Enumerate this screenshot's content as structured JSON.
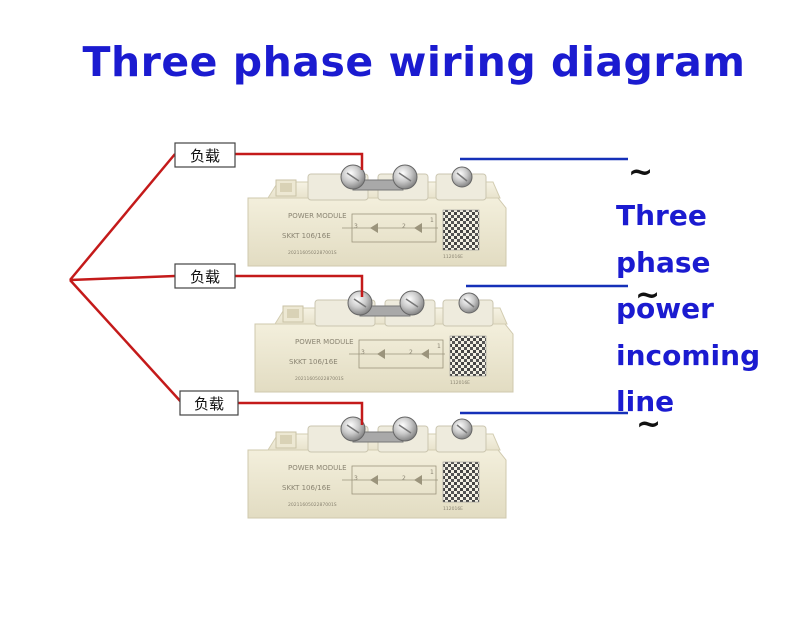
{
  "title": "Three phase wiring diagram",
  "side_label": [
    "Three",
    "phase",
    "power",
    "incoming",
    "line"
  ],
  "load_label": "负载",
  "phase_symbol": "~",
  "module": {
    "name": "POWER MODULE",
    "model": "SKKT 106/16E",
    "serial": "2021160502287001S",
    "code": "112016E",
    "pin_3": "3",
    "pin_2": "2",
    "pin_1": "1"
  },
  "colors": {
    "title": "#1b1bd0",
    "load_wire": "#c41a1a",
    "common_wire": "#c41a1a",
    "supply_wire": "#1530b8",
    "module_body": "#ebe6cf"
  }
}
